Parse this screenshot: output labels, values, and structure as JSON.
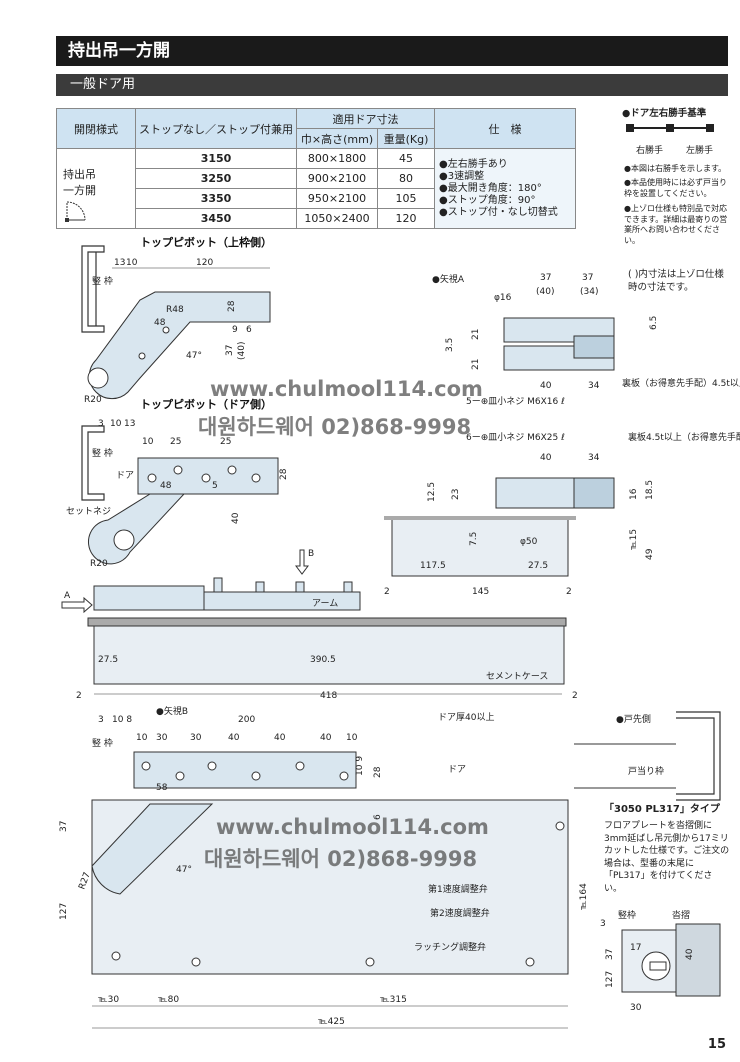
{
  "header": {
    "title": "持出吊一方開",
    "subtitle": "一般ドア用"
  },
  "spec_table": {
    "col_type": "開閉様式",
    "col_model": "ストップなし／ストップ付兼用",
    "col_door": "適用ドア寸法",
    "col_size": "巾×高さ(mm)",
    "col_weight": "重量(Kg)",
    "col_spec": "仕　様",
    "type_label": "持出吊\n一方開",
    "rows": [
      {
        "model": "3150",
        "size": "800×1800",
        "weight": "45"
      },
      {
        "model": "3250",
        "size": "900×2100",
        "weight": "80"
      },
      {
        "model": "3350",
        "size": "950×2100",
        "weight": "105"
      },
      {
        "model": "3450",
        "size": "1050×2400",
        "weight": "120"
      }
    ],
    "spec_notes": [
      "●左右勝手あり",
      "●3速調整",
      "●最大開き角度：180°",
      "●ストップ角度：90°",
      "●ストップ付・なし切替式"
    ]
  },
  "side_notes": {
    "title": "●ドア左右勝手基準",
    "right": "右勝手",
    "left": "左勝手",
    "notes": [
      "●本図は右勝手を示します。",
      "●本品使用時には必ず戸当り枠を設置してください。",
      "●上ゾロ仕様も特別品で対応できます。詳細は最寄りの営業所へお問い合わせください。"
    ],
    "paren_note": "( )内寸法は上ゾロ仕様時の寸法です。"
  },
  "labels": {
    "top_pivot_frame": "トップピボット（上枠側）",
    "top_pivot_door": "トップピボット（ドア側）",
    "view_a": "●矢視A",
    "view_b": "●矢視B",
    "door_side": "●戸先側",
    "frame": "竪\n枠",
    "door": "ドア",
    "set_screw": "セットネジ",
    "arm": "アーム",
    "cement_case": "セメントケース",
    "door_stop_frame": "戸当り枠",
    "door_thickness": "ドア厚40以上",
    "speed1": "第1速度調整弁",
    "speed2": "第2速度調整弁",
    "latching": "ラッチング調整弁",
    "screw1": "5ー⊕皿小ネジ M6X16 ℓ",
    "screw2": "6ー⊕皿小ネジ M6X25 ℓ",
    "backplate1": "裏板（お得意先手配）4.5t以上",
    "backplate2": "裏板4.5t以上（お得意先手配）",
    "pl317_title": "「3050 PL317」タイプ",
    "pl317_desc": "フロアプレートを沓摺側に3mm延ばし吊元側から17ミリカットした仕様です。ご注文の場合は、型番の末尾に「PL317」を付けてください。",
    "frame2": "竪枠",
    "threshold": "沓摺",
    "arrow_a": "A",
    "arrow_b": "B"
  },
  "dims": {
    "d13": "13",
    "d10": "10",
    "d120": "120",
    "d48": "48",
    "dR48": "R48",
    "d28": "28",
    "d9": "9",
    "d6": "6",
    "d37": "37",
    "d40p": "(40)",
    "d47": "47°",
    "dR20": "R20",
    "d3": "3",
    "d10b": "10",
    "d13b": "13",
    "d25": "25",
    "d5": "5",
    "d40": "40",
    "d37a": "37",
    "d40a": "(40)",
    "d37b": "37",
    "d34a": "(34)",
    "dphi16": "φ16",
    "d21": "21",
    "d35": "3.5",
    "d65": "6.5",
    "d34": "34",
    "d125": "12.5",
    "d23": "23",
    "d75": "7.5",
    "dphi50": "φ50",
    "d1175": "117.5",
    "d275": "27.5",
    "d145": "145",
    "d2": "2",
    "d16": "16",
    "d185": "18.5",
    "d15": "℡15",
    "d49": "49",
    "d3905": "390.5",
    "d418": "418",
    "d108": "10 8",
    "d200": "200",
    "d30": "30",
    "d58": "58",
    "d109": "10 9",
    "dR27": "R27",
    "d127": "127",
    "d164": "℡164",
    "dpl30": "℡30",
    "dpl80": "℡80",
    "dpl315": "℡315",
    "dpl425": "℡425",
    "d17": "17",
    "d3c": "3"
  },
  "watermark": {
    "line1": "www.chulmool114.com",
    "line2": "대원하드웨어 02)868-9998"
  },
  "page_number": "15"
}
